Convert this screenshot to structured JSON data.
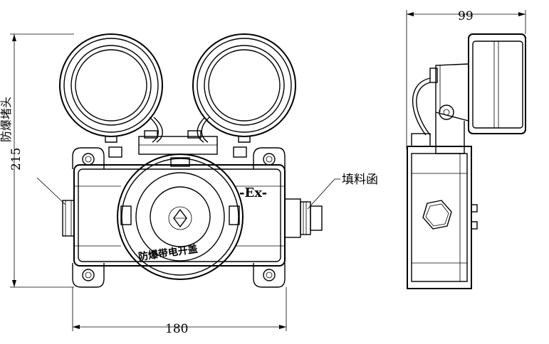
{
  "dimensions": {
    "height_label": "215",
    "width_label": "180",
    "depth_label": "99"
  },
  "callouts": {
    "left": "防爆堵头",
    "right": "填料函"
  },
  "marks": {
    "ex": "-Ex-",
    "lid_text": "防爆带电开盖"
  }
}
